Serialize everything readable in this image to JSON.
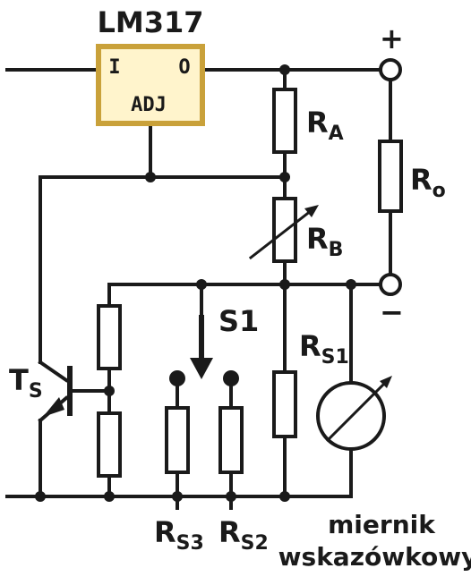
{
  "regulator": {
    "name": "LM317",
    "pin_in": "I",
    "pin_out": "O",
    "pin_adj": "ADJ"
  },
  "terminals": {
    "plus": "+",
    "minus": "−"
  },
  "resistors": {
    "ra": {
      "letter": "R",
      "sub": "A"
    },
    "rb": {
      "letter": "R",
      "sub": "B"
    },
    "ro": {
      "letter": "R",
      "sub": "o"
    },
    "rs1": {
      "letter": "R",
      "sub": "S1"
    },
    "rs2": {
      "letter": "R",
      "sub": "S2"
    },
    "rs3": {
      "letter": "R",
      "sub": "S3"
    }
  },
  "transistor": {
    "letter": "T",
    "sub": "S"
  },
  "switch": {
    "label": "S1"
  },
  "meter": {
    "line1": "miernik",
    "line2": "wskazówkowy"
  }
}
